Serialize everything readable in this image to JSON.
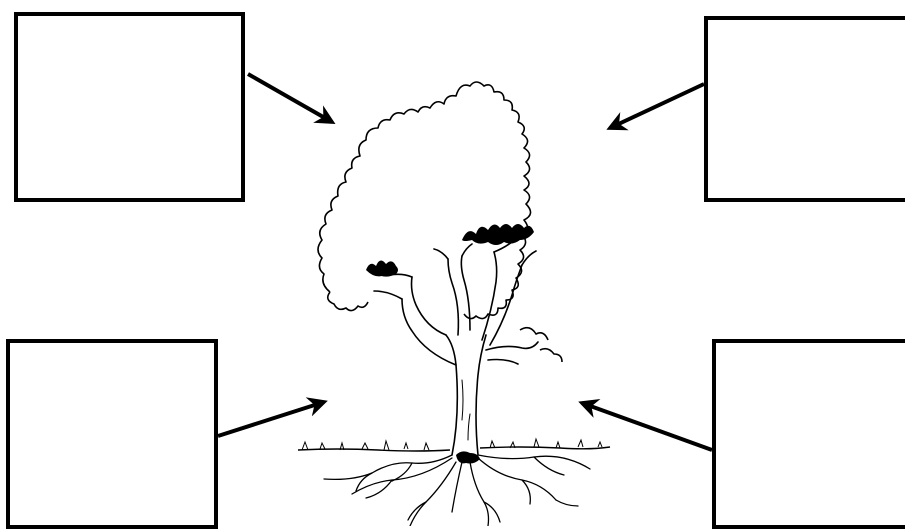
{
  "diagram": {
    "boxes": [
      {
        "id": "top-left",
        "text": ""
      },
      {
        "id": "top-right",
        "text": ""
      },
      {
        "id": "bottom-left",
        "text": ""
      },
      {
        "id": "bottom-right",
        "text": ""
      }
    ],
    "colors": {
      "ink": "#000000",
      "background": "#ffffff"
    },
    "illustration": "tree-with-roots"
  }
}
